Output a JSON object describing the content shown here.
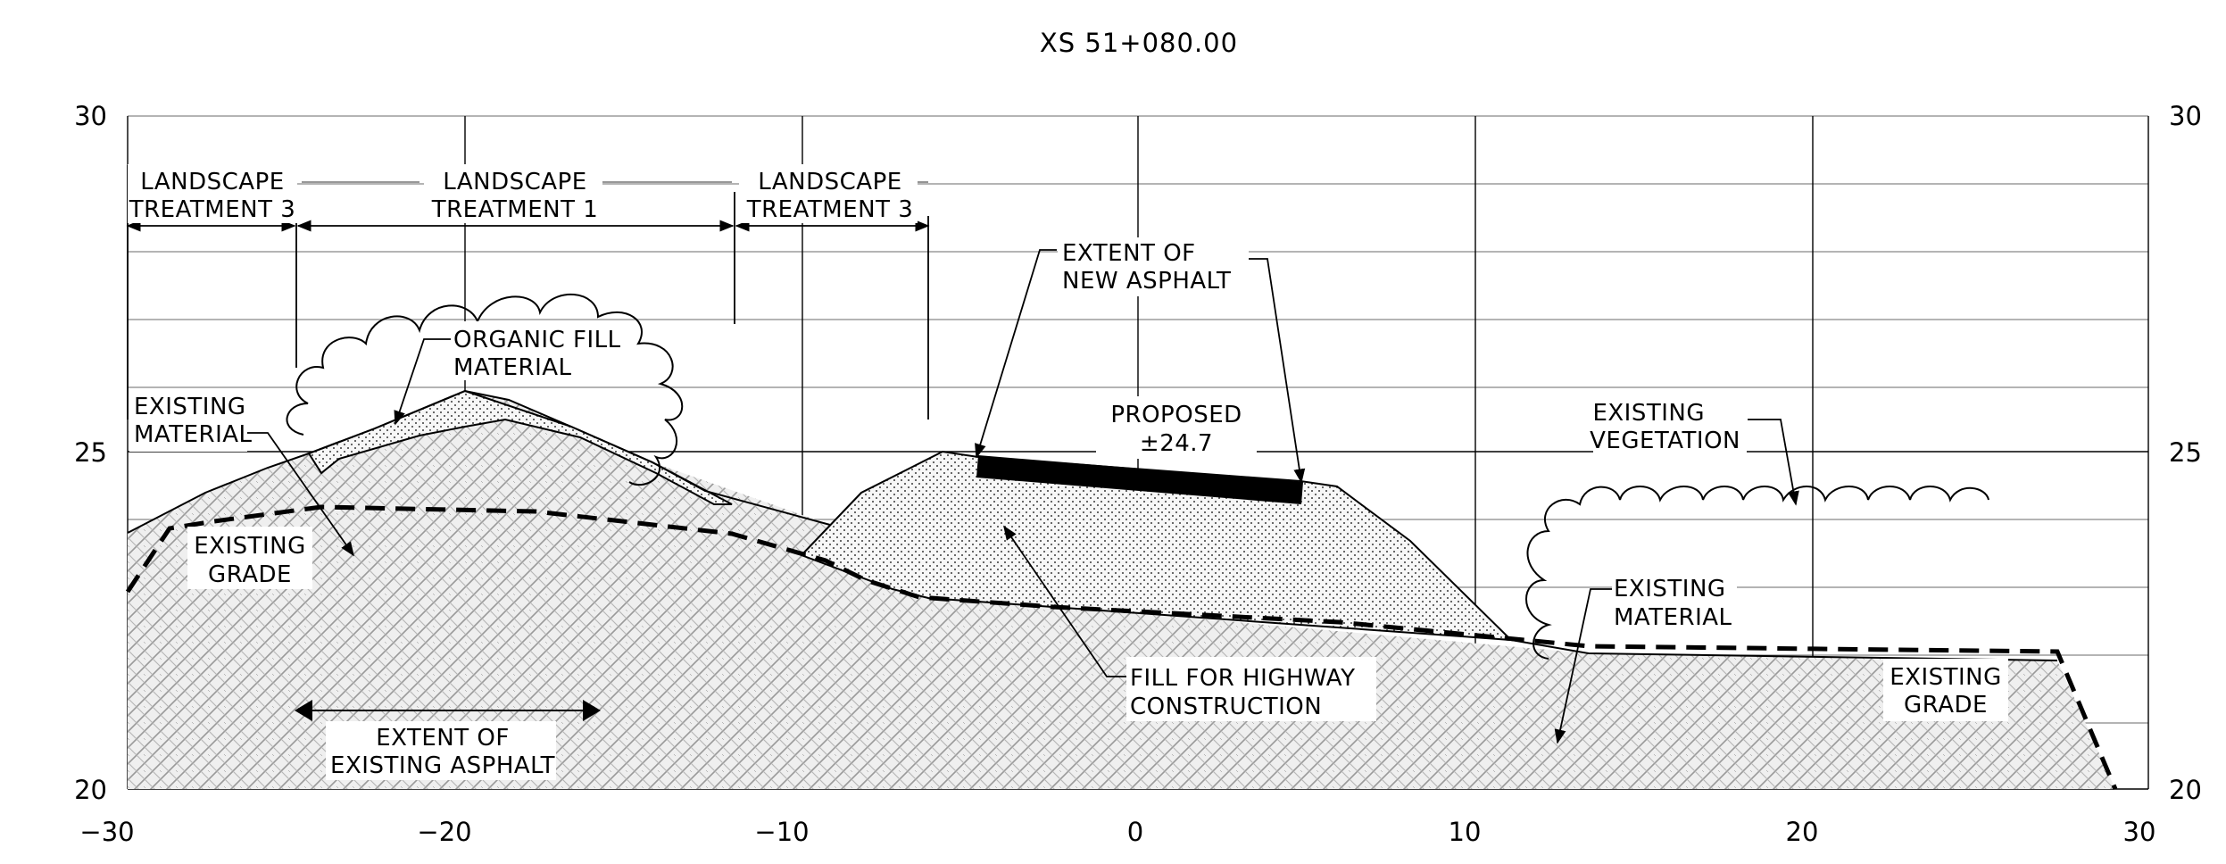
{
  "title": "XS 51+080.00",
  "axes": {
    "x_ticks": [
      "−30",
      "−20",
      "−10",
      "0",
      "10",
      "20",
      "30"
    ],
    "y_left_ticks": [
      "30",
      "25",
      "20"
    ],
    "y_right_ticks": [
      "30",
      "25",
      "20"
    ],
    "x_range": [
      -30,
      30
    ],
    "y_range": [
      20,
      30
    ],
    "grid_major_x": 10,
    "grid_minor_y": 1
  },
  "labels": {
    "landscape_a_l1": "LANDSCAPE",
    "landscape_a_l2": "TREATMENT 3",
    "landscape_b_l1": "LANDSCAPE",
    "landscape_b_l2": "TREATMENT 1",
    "landscape_c_l1": "LANDSCAPE",
    "landscape_c_l2": "TREATMENT 3",
    "organic_l1": "ORGANIC FILL",
    "organic_l2": "MATERIAL",
    "existing_material_left_l1": "EXISTING",
    "existing_material_left_l2": "MATERIAL",
    "existing_grade_left_l1": "EXISTING",
    "existing_grade_left_l2": "GRADE",
    "extent_existing_l1": "EXTENT OF",
    "extent_existing_l2": "EXISTING ASPHALT",
    "extent_new_l1": "EXTENT OF",
    "extent_new_l2": "NEW ASPHALT",
    "proposed_l1": "PROPOSED",
    "proposed_l2": "±24.7",
    "fill_highway_l1": "FILL FOR HIGHWAY",
    "fill_highway_l2": "CONSTRUCTION",
    "existing_vegetation_l1": "EXISTING",
    "existing_vegetation_l2": "VEGETATION",
    "existing_material_right_l1": "EXISTING",
    "existing_material_right_l2": "MATERIAL",
    "existing_grade_right_l1": "EXISTING",
    "existing_grade_right_l2": "GRADE"
  },
  "colors": {
    "line": "#000000",
    "grid": "#777777",
    "hatch_bg": "#efefef",
    "hatch_line": "#9a9a9a",
    "stipple": "#3a3a3a"
  }
}
